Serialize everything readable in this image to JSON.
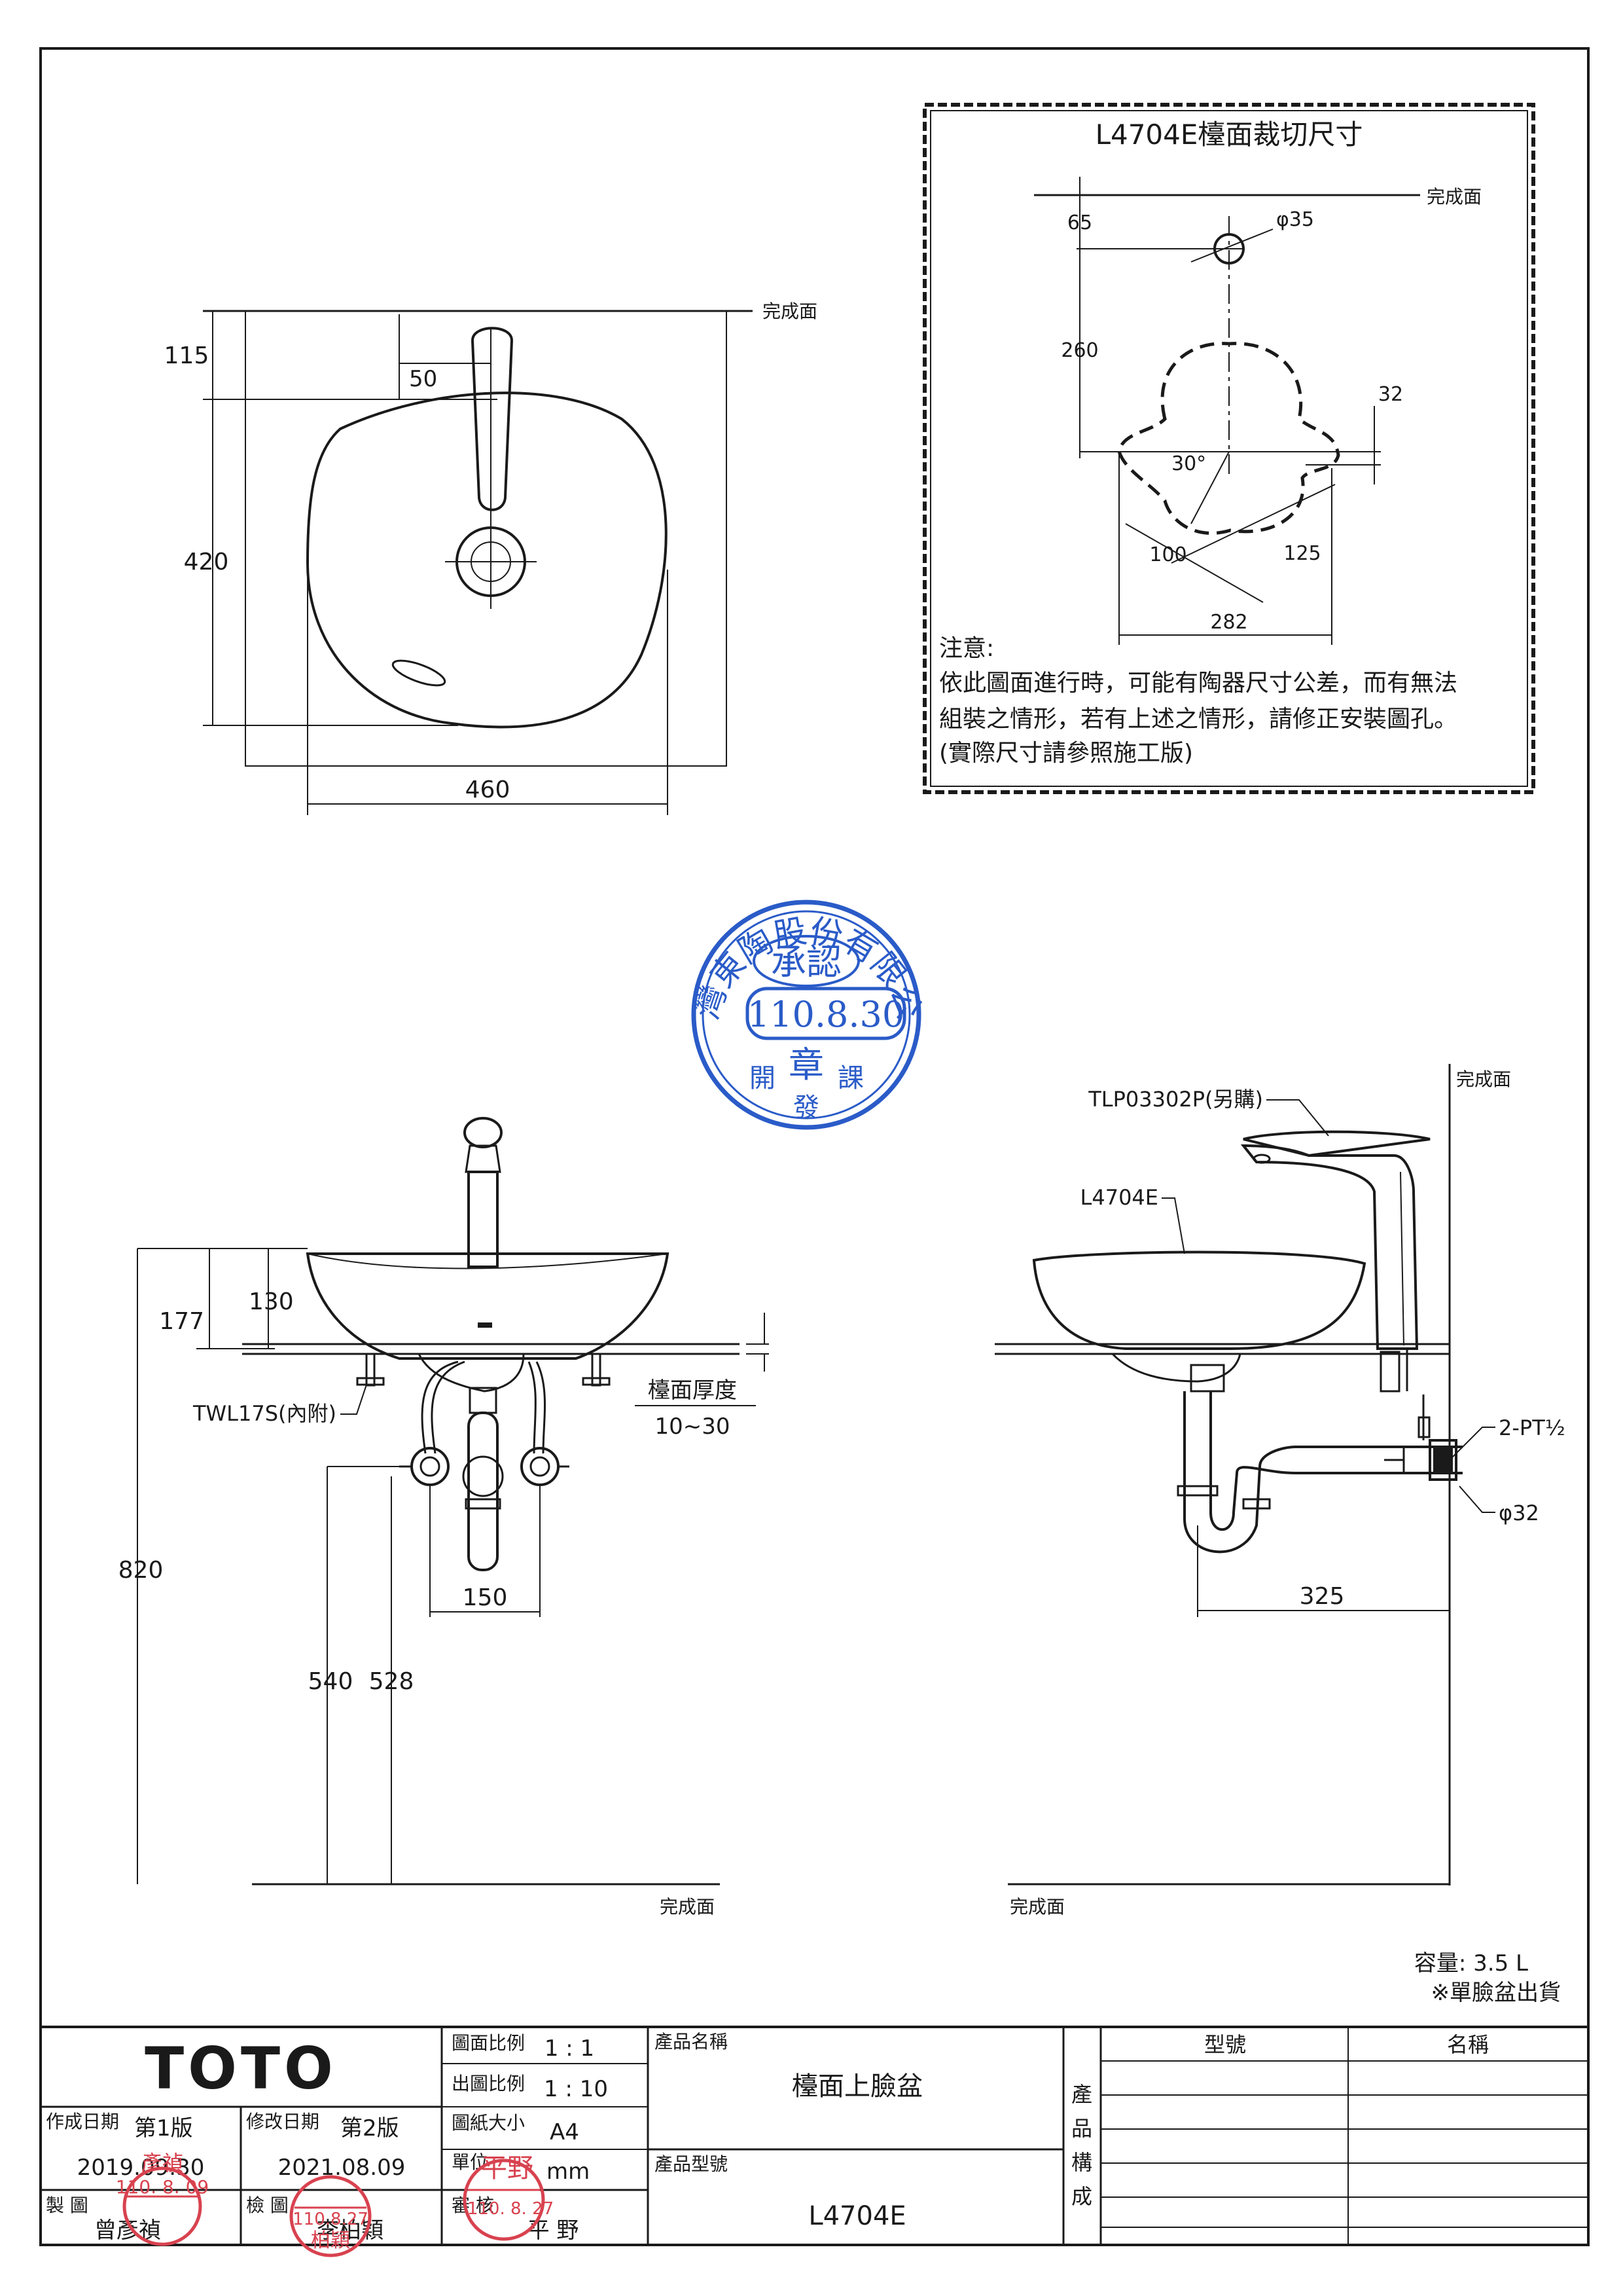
{
  "cutout": {
    "title": "L4704E檯面裁切尺寸",
    "finish_surface": "完成面",
    "dims": {
      "d65": "65",
      "dia35": "φ35",
      "d260": "260",
      "d32": "32",
      "angle": "30°",
      "d100": "100",
      "d125": "125",
      "d282": "282"
    },
    "note_title": "注意:",
    "note_line1": "依此圖面進行時，可能有陶器尺寸公差，而有無法",
    "note_line2": "組裝之情形，若有上述之情形，請修正安裝圖孔。",
    "note_line3": "(實際尺寸請參照施工版)"
  },
  "top_view": {
    "finish_surface": "完成面",
    "d115": "115",
    "d50": "50",
    "d420": "420",
    "d460": "460"
  },
  "front_view": {
    "d177": "177",
    "d130": "130",
    "part_twl": "TWL17S(內附)",
    "counter_thickness": "檯面厚度",
    "thickness_range": "10~30",
    "d820": "820",
    "d150": "150",
    "d540": "540",
    "d528": "528",
    "finish_surface": "完成面"
  },
  "side_view": {
    "finish_surface_top": "完成面",
    "faucet_part": "TLP03302P(另購)",
    "basin_part": "L4704E",
    "pt": "2-PT½",
    "dia32": "φ32",
    "d325": "325",
    "finish_surface_bottom": "完成面"
  },
  "capacity": "容量: 3.5 L",
  "ship_note": "※單臉盆出貨",
  "approval_stamp": {
    "arc_text": "台灣東陶股份有限公司",
    "approve": "承認",
    "date": "110.8.30",
    "seal": "章",
    "bottom_left": "開",
    "bottom_mid": "發",
    "bottom_right": "課"
  },
  "title_block": {
    "brand": "TOTO",
    "created_label": "作成日期",
    "ed1": "第1版",
    "modified_label": "修改日期",
    "ed2": "第2版",
    "created_date": "2019.09.30",
    "modified_date": "2021.08.09",
    "drawn_label": "製 圖",
    "checked_label": "檢 圖",
    "approved_label": "審 核",
    "drawn_name": "曾彥禎",
    "checked_name": "李柏穎",
    "approved_name": "平 野",
    "stamp_drawn_date": "110. 8. 09",
    "stamp_drawn_name": "彥禎",
    "stamp_checked_date": "110.8.27",
    "stamp_checked_name": "柏穎",
    "stamp_approved_top": "平野",
    "stamp_approved_date": "110. 8. 27",
    "scale_drawing_label": "圖面比例",
    "scale_drawing": "1 : 1",
    "scale_print_label": "出圖比例",
    "scale_print": "1 : 10",
    "paper_label": "圖紙大小",
    "paper": "A4",
    "unit_label": "單位",
    "unit": "mm",
    "product_name_label": "產品名稱",
    "product_name": "檯面上臉盆",
    "product_model_label": "產品型號",
    "product_model": "L4704E",
    "composition_c1": "產",
    "composition_c2": "品",
    "composition_c3": "構",
    "composition_c4": "成",
    "col_model": "型號",
    "col_name": "名稱"
  }
}
